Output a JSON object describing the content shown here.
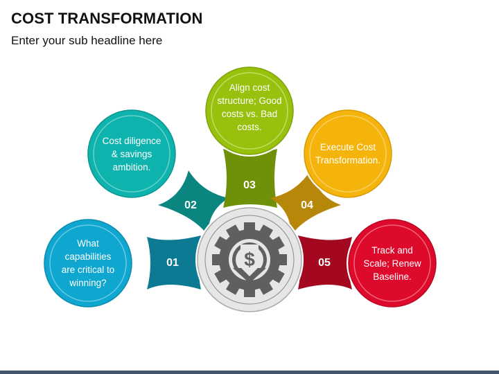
{
  "header": {
    "title": "COST TRANSFORMATION",
    "subtitle": "Enter your sub headline here"
  },
  "center": {
    "icon": "gear-dollar-down-icon",
    "fill": "#e6e6e6",
    "icon_color": "#5f5f5f"
  },
  "steps": [
    {
      "number": "01",
      "text": "What capabilities are critical to winning?",
      "circle_color": "#0fa6cf",
      "connector_color": "#0d7a93"
    },
    {
      "number": "02",
      "text": "Cost diligence & savings ambition.",
      "circle_color": "#0fb3ad",
      "connector_color": "#0a8580"
    },
    {
      "number": "03",
      "text": "Align cost structure; Good costs vs. Bad costs.",
      "circle_color": "#98c10d",
      "connector_color": "#6f9109"
    },
    {
      "number": "04",
      "text": "Execute Cost Transformation.",
      "circle_color": "#f5b40b",
      "connector_color": "#b78709"
    },
    {
      "number": "05",
      "text": "Track and Scale; Renew Baseline.",
      "circle_color": "#de0a2b",
      "connector_color": "#a40820"
    }
  ],
  "footer": {
    "bar_color": "#44546a"
  }
}
